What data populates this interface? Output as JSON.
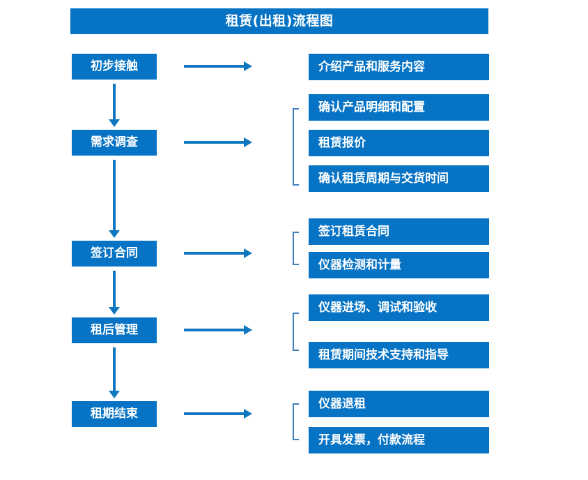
{
  "chart_data": {
    "type": "diagram",
    "diagram_kind": "flowchart",
    "title": "租赁(出租)流程图",
    "orientation": "vertical-stages-with-horizontal-details",
    "accent_color": "#0673c4",
    "connector_color": "#0f76c0",
    "bracket_color": "#3f7fbf",
    "text_color": "#ffffff",
    "background": "#ffffff",
    "stages": [
      {
        "id": "stage-1",
        "label": "初步接触",
        "details": [
          "介绍产品和服务内容"
        ]
      },
      {
        "id": "stage-2",
        "label": "需求调查",
        "details": [
          "确认产品明细和配置",
          "租赁报价",
          "确认租赁周期与交货时间"
        ]
      },
      {
        "id": "stage-3",
        "label": "签订合同",
        "details": [
          "签订租赁合同",
          "仪器检测和计量"
        ]
      },
      {
        "id": "stage-4",
        "label": "租后管理",
        "details": [
          "仪器进场、调试和验收",
          "租赁期间技术支持和指导"
        ]
      },
      {
        "id": "stage-5",
        "label": "租期结束",
        "details": [
          "仪器退租",
          "开具发票，付款流程"
        ]
      }
    ]
  },
  "header": {
    "title": "租赁(出租)流程图"
  },
  "stages": [
    {
      "label": "初步接触"
    },
    {
      "label": "需求调查"
    },
    {
      "label": "签订合同"
    },
    {
      "label": "租后管理"
    },
    {
      "label": "租期结束"
    }
  ],
  "details": {
    "group1": [
      {
        "label": "介绍产品和服务内容"
      }
    ],
    "group2": [
      {
        "label": "确认产品明细和配置"
      },
      {
        "label": "租赁报价"
      },
      {
        "label": "确认租赁周期与交货时间"
      }
    ],
    "group3": [
      {
        "label": "签订租赁合同"
      },
      {
        "label": "仪器检测和计量"
      }
    ],
    "group4": [
      {
        "label": "仪器进场、调试和验收"
      },
      {
        "label": "租赁期间技术支持和指导"
      }
    ],
    "group5": [
      {
        "label": "仪器退租"
      },
      {
        "label": "开具发票，付款流程"
      }
    ]
  }
}
